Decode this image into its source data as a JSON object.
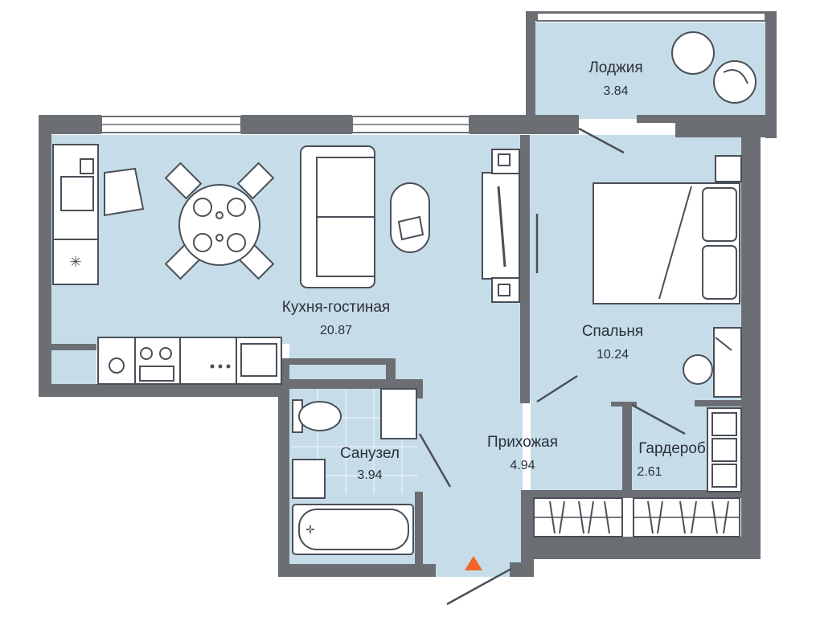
{
  "rooms": {
    "loggia": {
      "name": "Лоджия",
      "area": "3.84"
    },
    "kitchen": {
      "name": "Кухня-гостиная",
      "area": "20.87"
    },
    "bedroom": {
      "name": "Спальня",
      "area": "10.24"
    },
    "bathroom": {
      "name": "Санузел",
      "area": "3.94"
    },
    "hallway": {
      "name": "Прихожая",
      "area": "4.94"
    },
    "wardrobe": {
      "name": "Гардероб",
      "area": "2.61"
    }
  },
  "colors": {
    "floor": "#c6dde9",
    "wall": "#6b6f74",
    "entrance_marker": "#f26522"
  }
}
